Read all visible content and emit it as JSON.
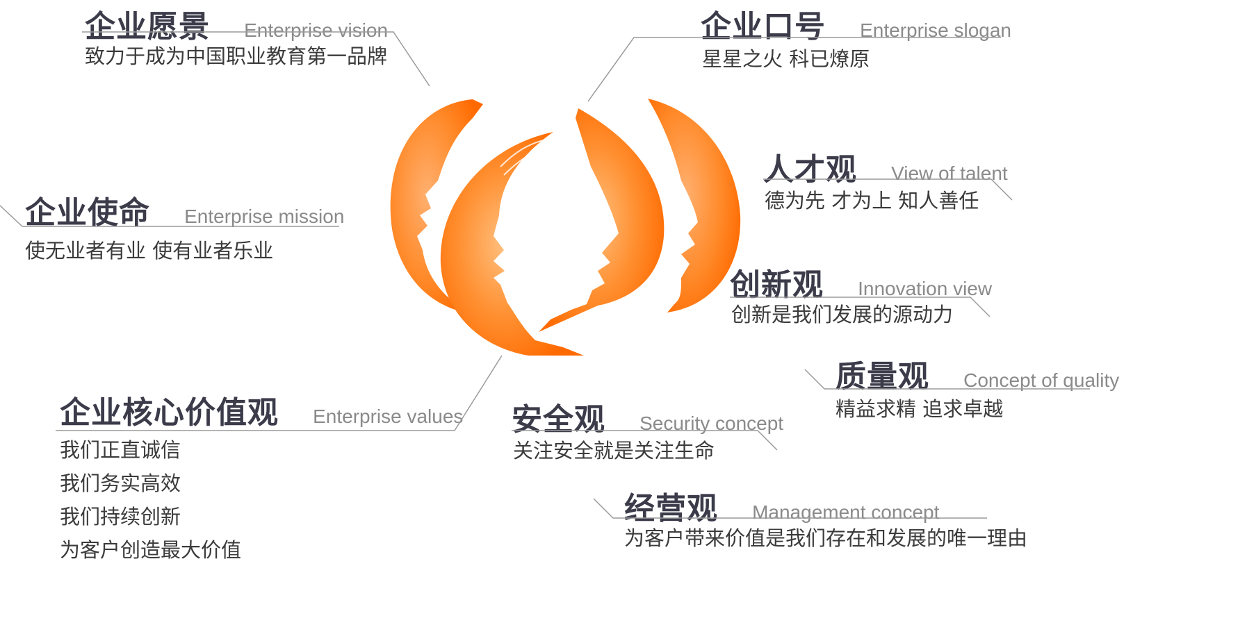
{
  "vision": {
    "title": "企业愿景",
    "subtitle": "Enterprise vision",
    "text": "致力于成为中国职业教育第一品牌"
  },
  "slogan": {
    "title": "企业口号",
    "subtitle": "Enterprise slogan",
    "text": "星星之火  科已燎原"
  },
  "mission": {
    "title": "企业使命",
    "subtitle": "Enterprise mission",
    "text": "使无业者有业  使有业者乐业"
  },
  "talent": {
    "title": "人才观",
    "subtitle": "View of talent",
    "text": "德为先  才为上  知人善任"
  },
  "innovation": {
    "title": "创新观",
    "subtitle": "Innovation view",
    "text": "创新是我们发展的源动力"
  },
  "quality": {
    "title": "质量观",
    "subtitle": "Concept of quality",
    "text": "精益求精  追求卓越"
  },
  "values": {
    "title": "企业核心价值观",
    "subtitle": "Enterprise values",
    "items": [
      "我们正直诚信",
      "我们务实高效",
      "我们持续创新",
      "为客户创造最大价值"
    ]
  },
  "security": {
    "title": "安全观",
    "subtitle": "Security concept",
    "text": "关注安全就是关注生命"
  },
  "management": {
    "title": "经营观",
    "subtitle": "Management concept",
    "text": "为客户带来价值是我们存在和发展的唯一理由"
  },
  "colors": {
    "accent": "#ff6a00",
    "accent_light": "#ff9a40",
    "title": "#3b3b4a",
    "subtitle": "#8a8a8a",
    "text": "#3b3b3b",
    "rule": "#9a9a9a"
  },
  "graphic": {
    "icon": "three-faces-silhouette-logo"
  }
}
